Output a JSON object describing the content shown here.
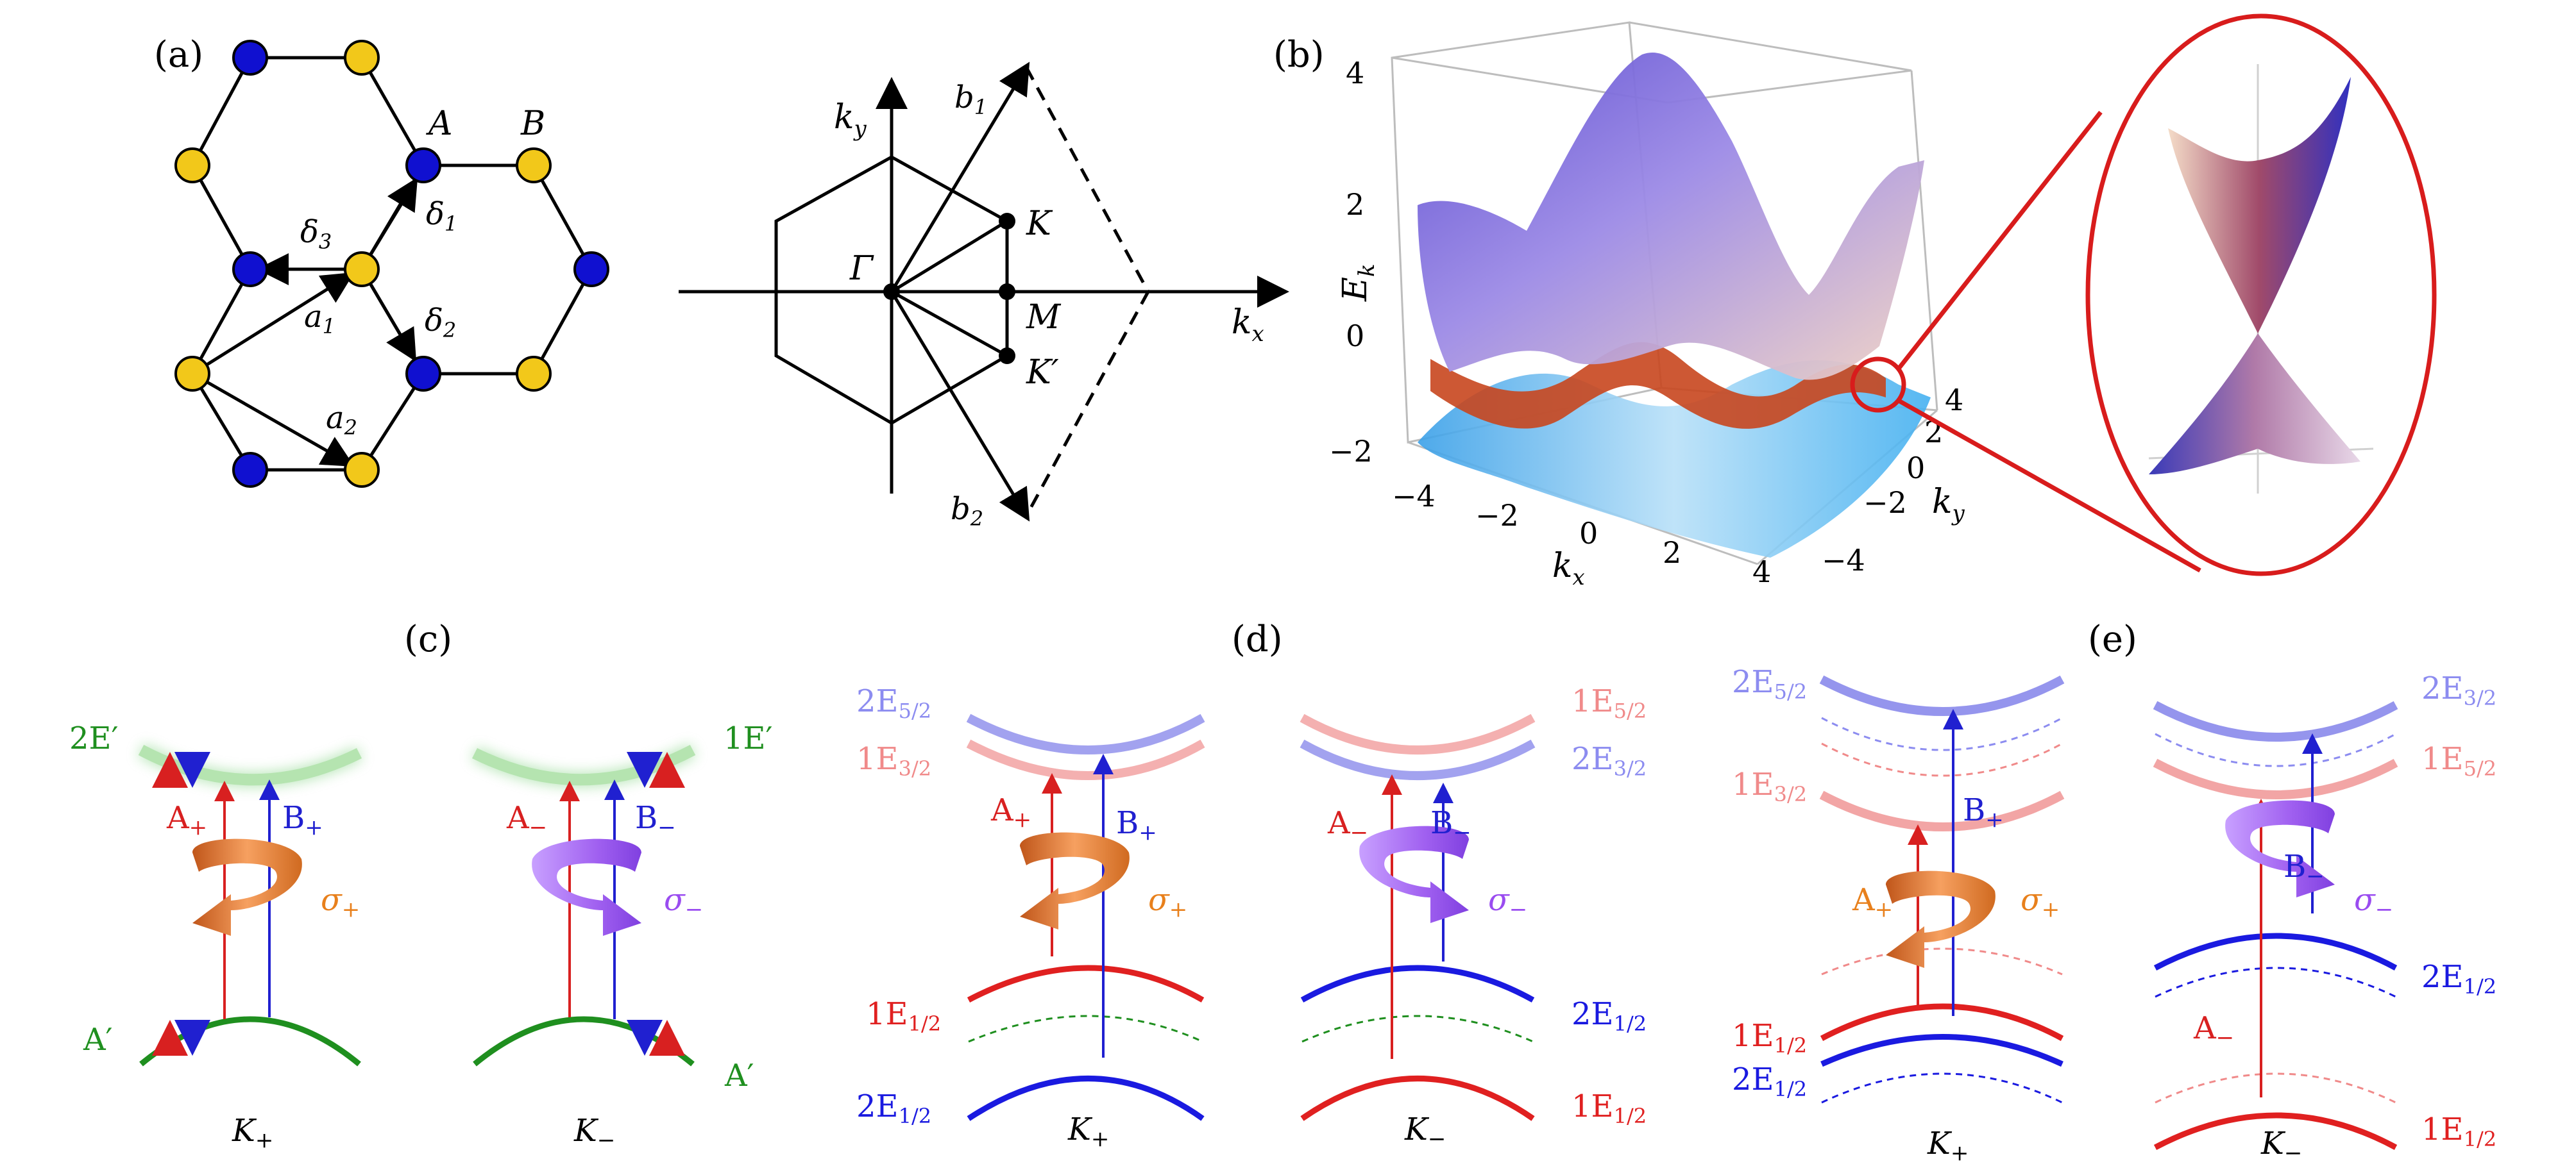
{
  "panels": {
    "a": "(a)",
    "b": "(b)",
    "c": "(c)",
    "d": "(d)",
    "e": "(e)"
  },
  "lattice": {
    "A": "A",
    "B": "B",
    "d1": "δ",
    "d1s": "1",
    "d2": "δ",
    "d2s": "2",
    "d3": "δ",
    "d3s": "3",
    "a1": "a",
    "a1s": "1",
    "a2": "a",
    "a2s": "2"
  },
  "bz": {
    "ky": "k",
    "kys": "y",
    "kx": "k",
    "kxs": "x",
    "b1": "b",
    "b1s": "1",
    "b2": "b",
    "b2s": "2",
    "gamma": "Γ",
    "K": "K",
    "M": "M",
    "Kp": "K′"
  },
  "surface": {
    "zlabel": "E",
    "zlabels": "k",
    "xlabel": "k",
    "xlabels": "x",
    "ylabel": "k",
    "ylabels": "y",
    "zticks": [
      "4",
      "2",
      "0",
      "−2"
    ],
    "xticks": [
      "−4",
      "−2",
      "0",
      "2",
      "4"
    ],
    "yticks": [
      "4",
      "2",
      "0",
      "−2",
      "−4"
    ]
  },
  "c": {
    "top_left": "2E′",
    "top_right": "1E′",
    "bot_left": "A′",
    "bot_right": "A′",
    "Ap": "A",
    "Ap_s": "+",
    "Bp": "B",
    "Bp_s": "+",
    "Am": "A",
    "Am_s": "−",
    "Bm": "B",
    "Bm_s": "−",
    "sp": "σ",
    "sp_s": "+",
    "sm": "σ",
    "sm_s": "−",
    "Kp": "K",
    "Kp_s": "+",
    "Km": "K",
    "Km_s": "−"
  },
  "d": {
    "l_top1": "2E",
    "l_top1_s": "5/2",
    "l_top2": "1E",
    "l_top2_s": "3/2",
    "l_bot1": "1E",
    "l_bot1_s": "1/2",
    "l_bot2": "2E",
    "l_bot2_s": "1/2",
    "r_top1": "1E",
    "r_top1_s": "5/2",
    "r_top2": "2E",
    "r_top2_s": "3/2",
    "r_bot1": "2E",
    "r_bot1_s": "1/2",
    "r_bot2": "1E",
    "r_bot2_s": "1/2",
    "Ap": "A",
    "Ap_s": "+",
    "Bp": "B",
    "Bp_s": "+",
    "Am": "A",
    "Am_s": "−",
    "Bm": "B",
    "Bm_s": "−",
    "sp": "σ",
    "sp_s": "+",
    "sm": "σ",
    "sm_s": "−",
    "Kp": "K",
    "Kp_s": "+",
    "Km": "K",
    "Km_s": "−"
  },
  "e": {
    "l_top1": "2E",
    "l_top1_s": "5/2",
    "l_top2": "1E",
    "l_top2_s": "3/2",
    "l_bot1": "1E",
    "l_bot1_s": "1/2",
    "l_bot2": "2E",
    "l_bot2_s": "1/2",
    "r_top1": "2E",
    "r_top1_s": "3/2",
    "r_top2": "1E",
    "r_top2_s": "5/2",
    "r_bot1": "2E",
    "r_bot1_s": "1/2",
    "r_bot2": "1E",
    "r_bot2_s": "1/2",
    "Ap": "A",
    "Ap_s": "+",
    "Bp": "B",
    "Bp_s": "+",
    "Am": "A",
    "Am_s": "−",
    "Bm": "B",
    "Bm_s": "−",
    "sp": "σ",
    "sp_s": "+",
    "sm": "σ",
    "sm_s": "−",
    "Kp": "K",
    "Kp_s": "+",
    "Km": "K",
    "Km_s": "−"
  },
  "colors": {
    "siteA": "#1010d0",
    "siteB": "#f2c81a",
    "green": "#1f8f1f",
    "red": "#e02020",
    "blue": "#1a1ae0",
    "orange": "#e8801c",
    "purple": "#9a4cf0",
    "lightred": "#f08a8a",
    "lightblue": "#8c8cf0",
    "frame": "#d81c1c"
  }
}
